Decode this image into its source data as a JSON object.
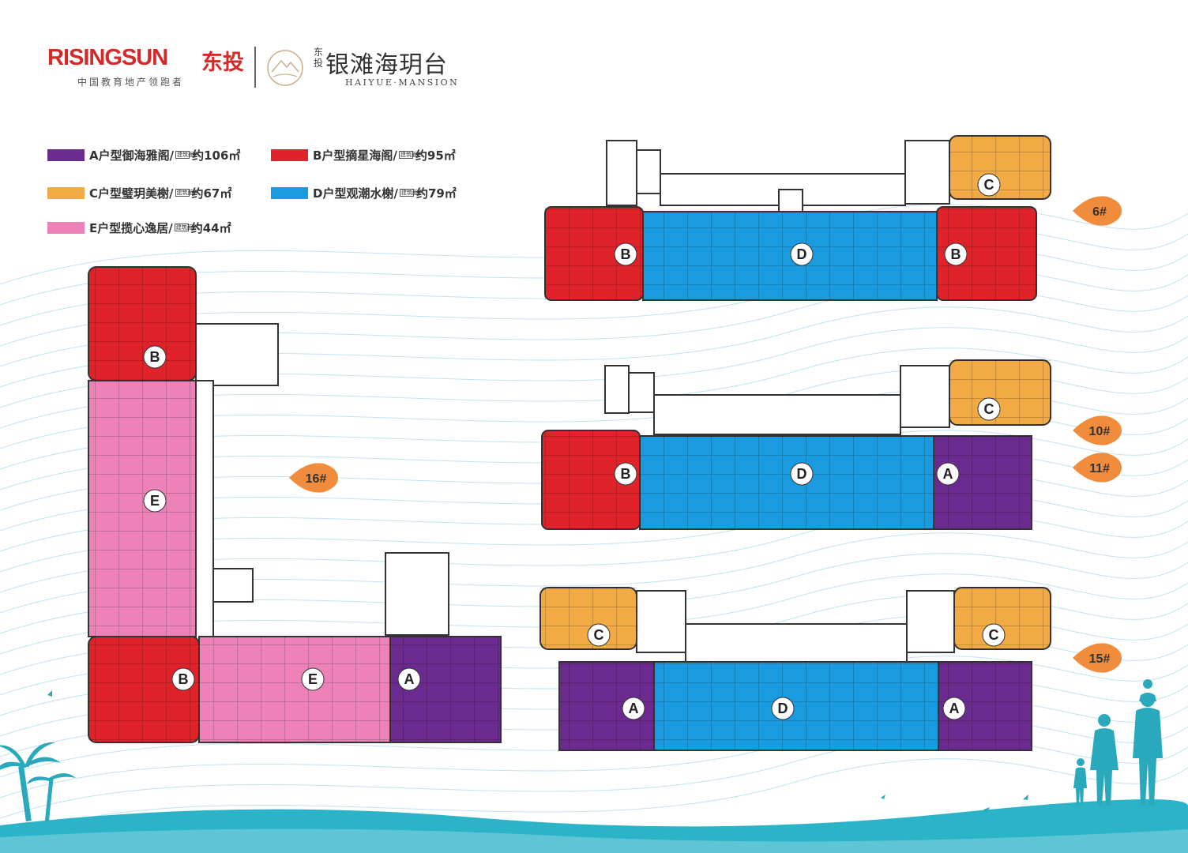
{
  "header": {
    "brand": "RISINGSUN",
    "brand_cn": "东投",
    "tagline": "中国教育地产领跑者",
    "project_prefix": "东投",
    "project_name": "银滩海玥台",
    "project_en": "HAIYUE·MANSION"
  },
  "legend": [
    {
      "label": "A户型御海雅阁/",
      "area_tag": "建筑面积",
      "area": "约106㎡",
      "color": "#6b2a8f"
    },
    {
      "label": "B户型摘星海阁/",
      "area_tag": "建筑面积",
      "area": "约95㎡",
      "color": "#e0232a"
    },
    {
      "label": "C户型璧玥美榭/",
      "area_tag": "建筑面积",
      "area": "约67㎡",
      "color": "#f2aa45"
    },
    {
      "label": "D户型观潮水榭/",
      "area_tag": "建筑面积",
      "area": "约79㎡",
      "color": "#1a9be0"
    },
    {
      "label": "E户型揽心逸居/",
      "area_tag": "建筑面积",
      "area": "约44㎡",
      "color": "#ec82b7"
    }
  ],
  "buildings": [
    {
      "tag": "6#",
      "units": [
        "B",
        "D",
        "B",
        "C"
      ]
    },
    {
      "tag": "10#",
      "units": [
        "C"
      ]
    },
    {
      "tag": "11#",
      "units": [
        "B",
        "D",
        "A"
      ]
    },
    {
      "tag": "15#",
      "units": [
        "C",
        "C",
        "A",
        "D",
        "A"
      ]
    },
    {
      "tag": "16#",
      "units": [
        "B",
        "E",
        "B",
        "E",
        "A"
      ]
    }
  ],
  "colors": {
    "A": "#6b2a8f",
    "B": "#e0232a",
    "C": "#f2aa45",
    "D": "#1a9be0",
    "E": "#ec82b7",
    "tag_bg": "#f08c3c",
    "wave": "#a8d8ea",
    "sea": "#2bb3c8"
  }
}
